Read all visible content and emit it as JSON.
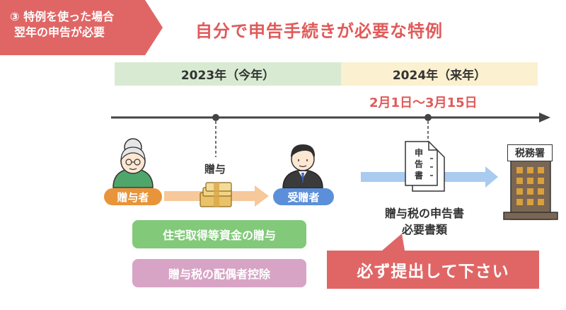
{
  "tag": {
    "line1": "③ 特例を使った場合",
    "line2": "翌年の申告が必要"
  },
  "title": "自分で申告手続きが必要な特例",
  "timeline": {
    "year_current": "2023年（今年）",
    "year_next": "2024年（来年）",
    "deadline": "2月1日～3月15日"
  },
  "flow": {
    "giver_label": "贈与者",
    "gift_label": "贈与",
    "receiver_label": "受贈者"
  },
  "exceptions": [
    "住宅取得等資金の贈与",
    "贈与税の配偶者控除"
  ],
  "document": {
    "icon_text": [
      "申",
      "告",
      "書"
    ],
    "caption_line1": "贈与税の申告書",
    "caption_line2": "必要書類"
  },
  "callout": "必ず提出して下さい",
  "tax_office": "税務署",
  "colors": {
    "accent_red": "#e05a5a",
    "tag_red": "#e06666",
    "green_box": "#82c97a",
    "pink_box": "#d7a4c5",
    "orange_label": "#e8943a",
    "blue_label": "#5b8fd9"
  }
}
